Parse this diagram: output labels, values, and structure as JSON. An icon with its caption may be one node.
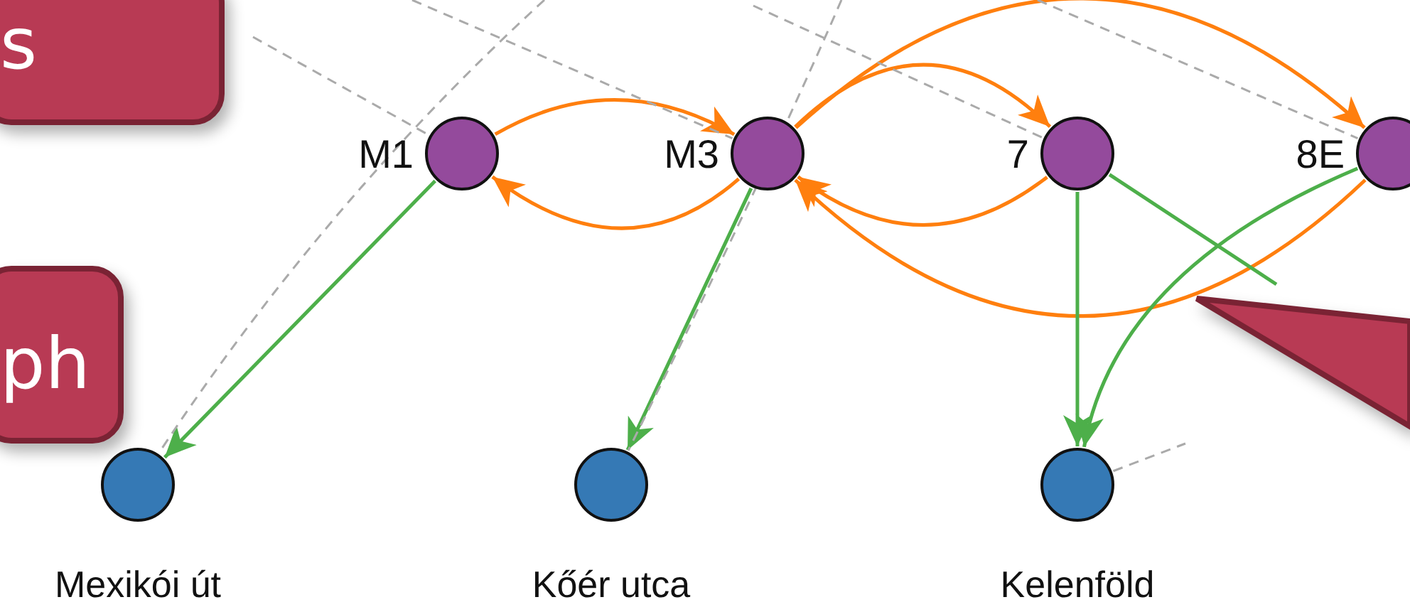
{
  "diagram": {
    "nodes": [
      {
        "text": [
          "s"
        ]
      },
      {
        "text": [
          "ph"
        ]
      },
      {
        "text": [
          "M1"
        ]
      },
      {
        "text": [
          "M3"
        ]
      },
      {
        "text": [
          "7"
        ]
      },
      {
        "text": [
          "8E"
        ]
      },
      {
        "text": [
          "Mexikói út"
        ]
      },
      {
        "text": [
          "Kőér utca"
        ]
      },
      {
        "text": [
          "Kelenföld"
        ]
      },
      {
        "text": [],
        "shape": "triangle"
      }
    ],
    "edges": [
      {
        "from": 2,
        "to": 3,
        "arrow": "to",
        "color": "#ff7f0e"
      },
      {
        "from": 3,
        "to": 2,
        "arrow": "to",
        "color": "#ff7f0e"
      },
      {
        "from": 3,
        "to": 4,
        "arrow": "to",
        "color": "#ff7f0e"
      },
      {
        "from": 4,
        "to": 3,
        "arrow": "to",
        "color": "#ff7f0e"
      },
      {
        "from": 3,
        "to": 5,
        "arrow": "to",
        "color": "#ff7f0e"
      },
      {
        "from": 5,
        "to": 3,
        "arrow": "to",
        "color": "#ff7f0e"
      },
      {
        "from": 2,
        "to": 6,
        "arrow": "to",
        "color": "#4daf4a"
      },
      {
        "from": 3,
        "to": 7,
        "arrow": "to",
        "color": "#4daf4a"
      },
      {
        "from": 4,
        "to": 8,
        "arrow": "to",
        "color": "#4daf4a"
      },
      {
        "from": 5,
        "to": 8,
        "arrow": "to",
        "color": "#4daf4a"
      },
      {
        "from": 4,
        "to": null,
        "arrow": "none",
        "color": "#4daf4a"
      },
      {
        "from": null,
        "to": 2,
        "arrow": "none",
        "style": "dashed"
      },
      {
        "from": null,
        "to": 6,
        "arrow": "none",
        "style": "dashed"
      },
      {
        "from": null,
        "to": 3,
        "arrow": "none",
        "style": "dashed"
      },
      {
        "from": null,
        "to": 7,
        "arrow": "none",
        "style": "dashed"
      },
      {
        "from": null,
        "to": 4,
        "arrow": "none",
        "style": "dashed"
      },
      {
        "from": null,
        "to": 5,
        "arrow": "none",
        "style": "dashed"
      },
      {
        "from": 8,
        "to": null,
        "arrow": "none",
        "style": "dashed"
      }
    ]
  }
}
